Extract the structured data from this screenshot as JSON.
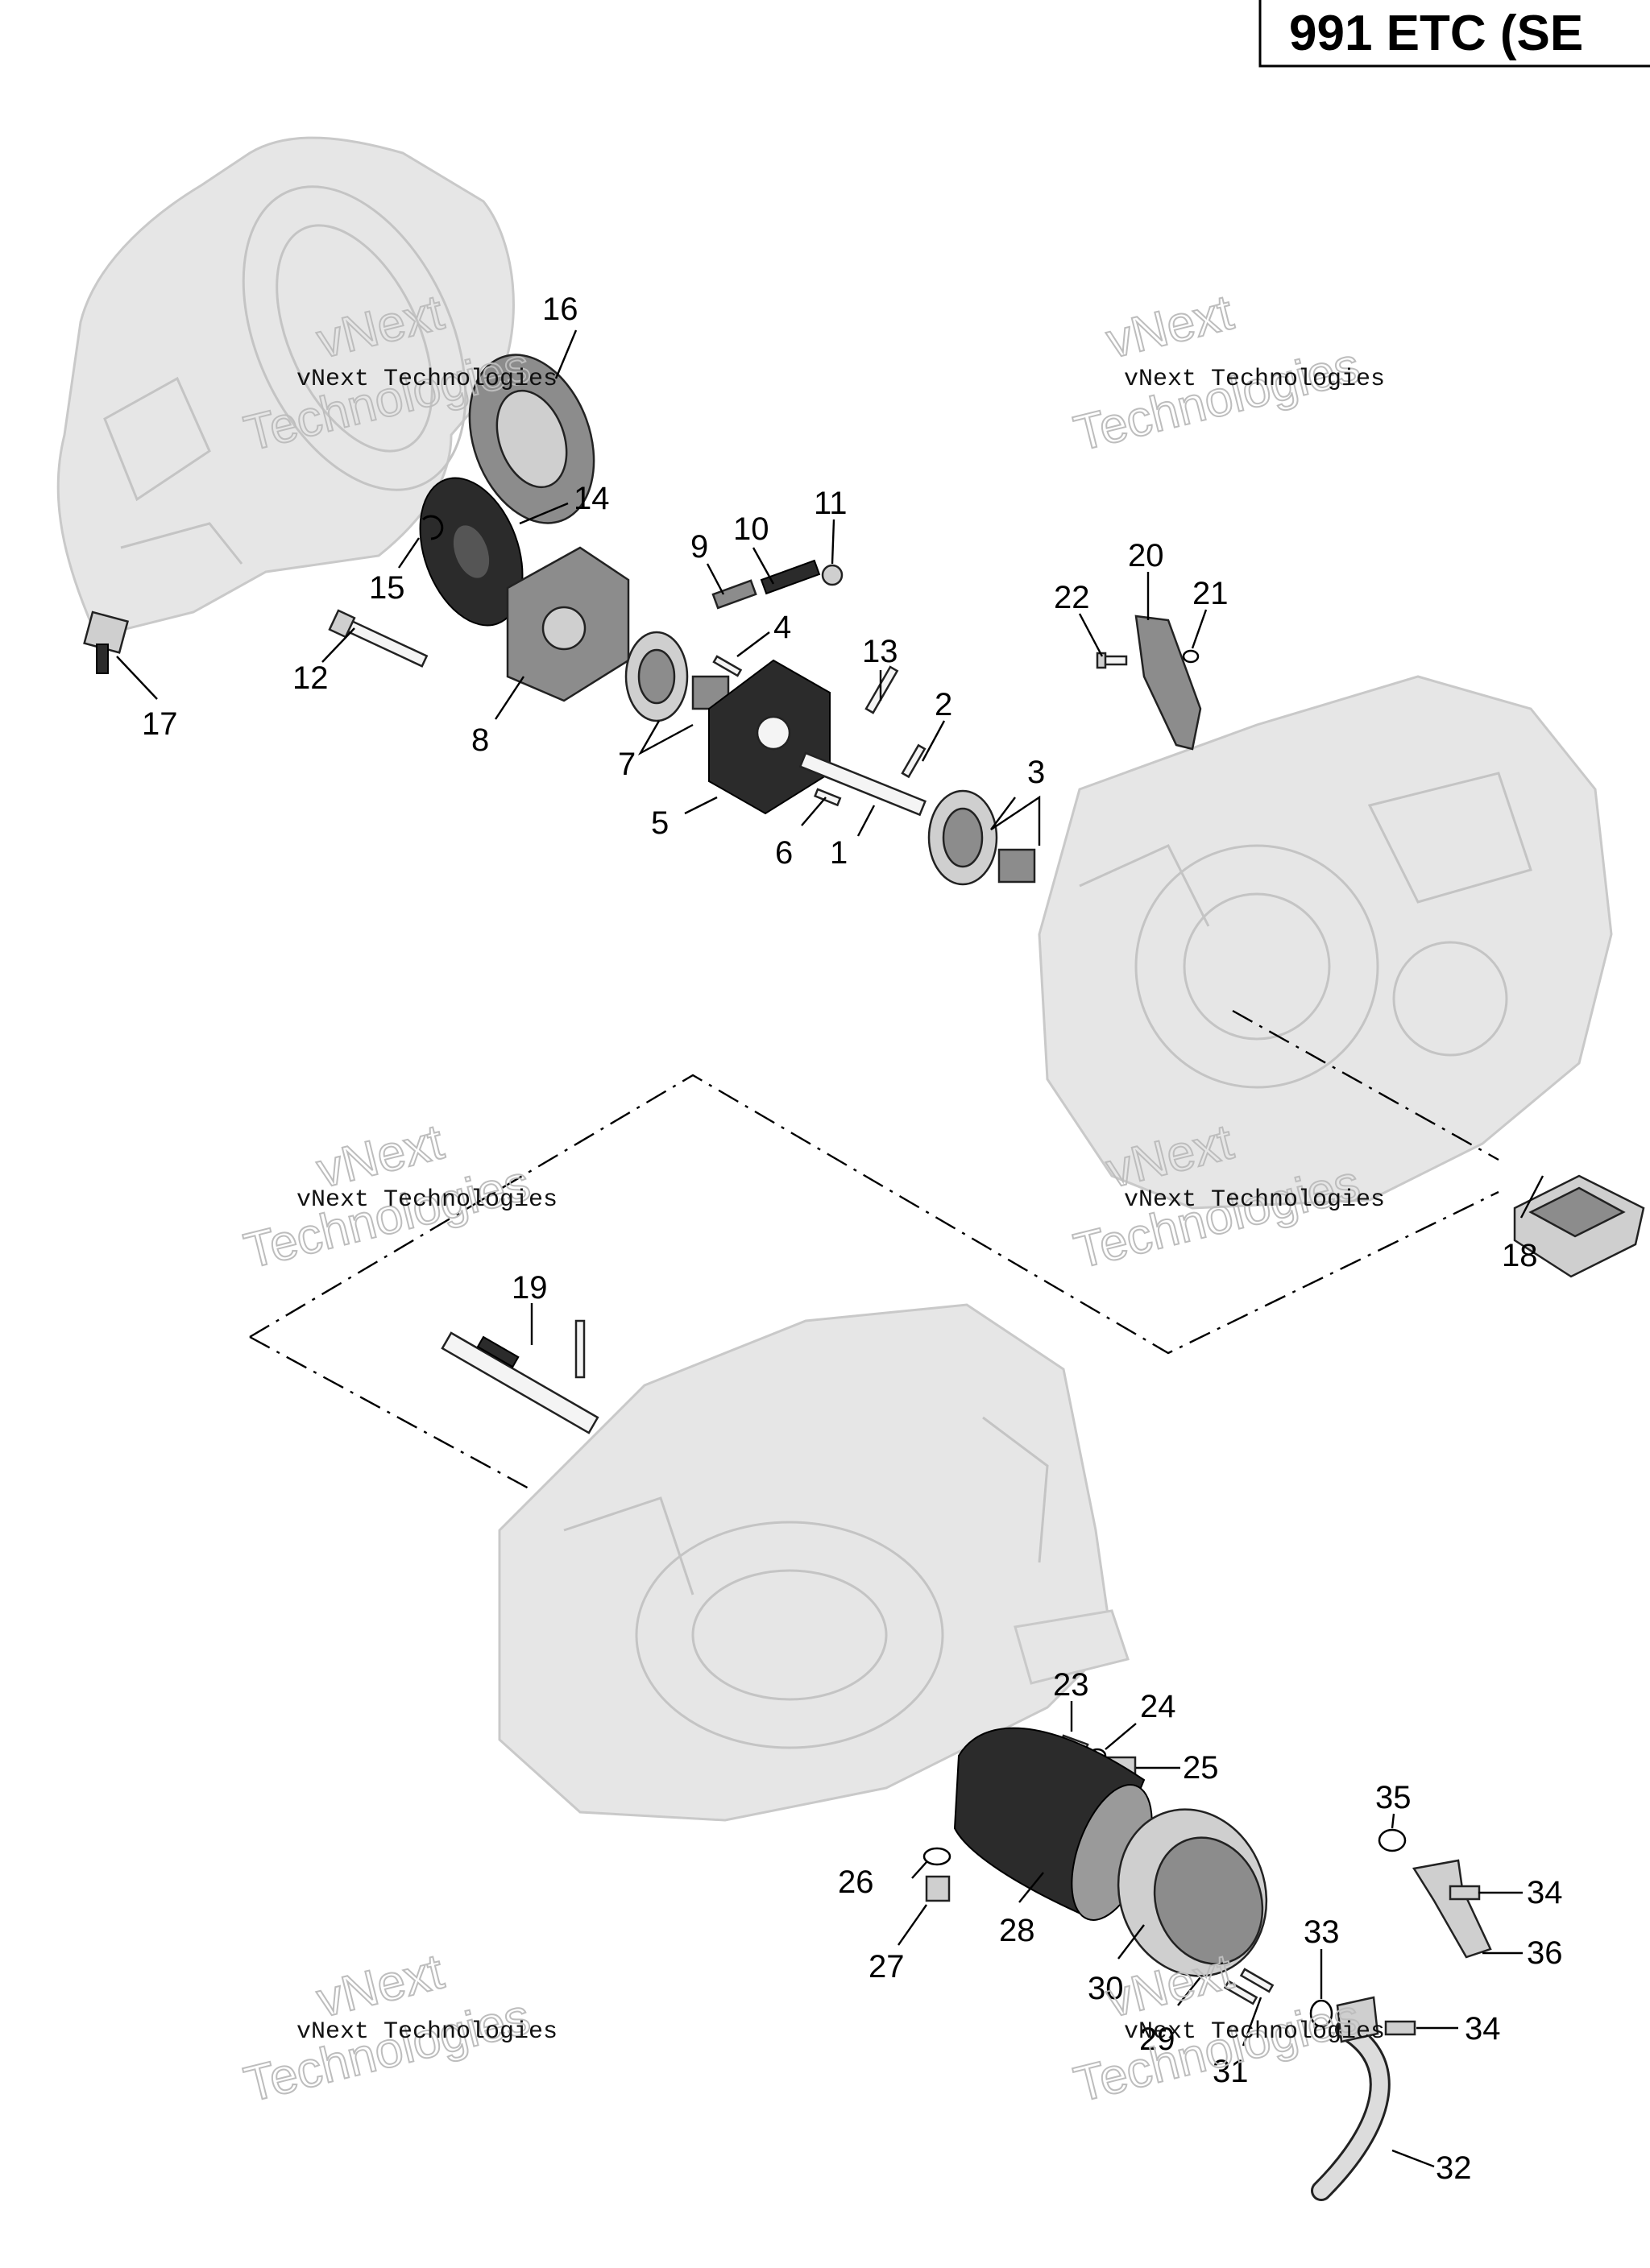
{
  "header": {
    "title": "991 ETC (SE"
  },
  "watermark": {
    "line1": "vNext Technologies",
    "outline_a": "vNext",
    "outline_b": "Technologies"
  },
  "callouts": [
    "1",
    "2",
    "3",
    "4",
    "5",
    "6",
    "7",
    "8",
    "9",
    "10",
    "11",
    "12",
    "13",
    "14",
    "15",
    "16",
    "17",
    "18",
    "19",
    "20",
    "21",
    "22",
    "23",
    "24",
    "25",
    "26",
    "27",
    "28",
    "29",
    "30",
    "31",
    "32",
    "33",
    "34",
    "34",
    "35",
    "36"
  ],
  "colors": {
    "housing": "#e6e6e6",
    "part_dark": "#2b2b2b",
    "part_mid": "#8c8c8c",
    "line": "#000000"
  }
}
